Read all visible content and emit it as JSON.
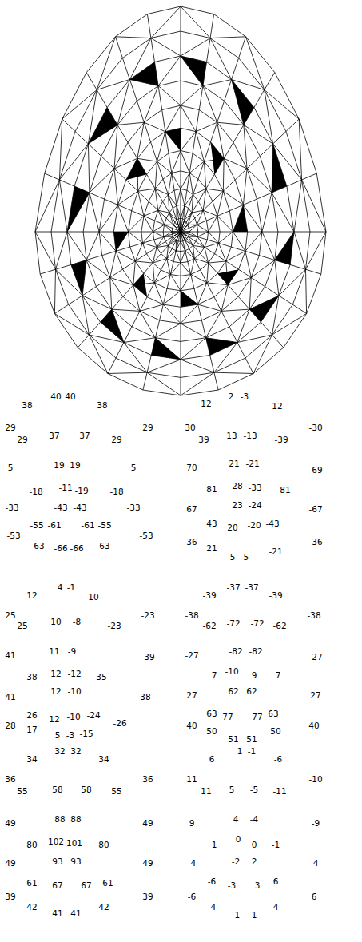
{
  "diagram": {
    "labels": [
      "38",
      "40",
      "40",
      "38",
      "29",
      "29",
      "29",
      "37",
      "37",
      "29",
      "5",
      "19",
      "19",
      "5",
      "-18",
      "-11",
      "-19",
      "-18",
      "-33",
      "-43",
      "-43",
      "-33",
      "-55",
      "-61",
      "-61",
      "-55",
      "-53",
      "-53",
      "-63",
      "-66",
      "-66",
      "-63",
      "12",
      "2",
      "-3",
      "-12",
      "30",
      "-30",
      "39",
      "13",
      "-13",
      "-39",
      "70",
      "21",
      "-21",
      "-69",
      "81",
      "28",
      "-33",
      "-81",
      "67",
      "23",
      "-24",
      "-67",
      "43",
      "20",
      "-20",
      "-43",
      "36",
      "-36",
      "21",
      "5",
      "-5",
      "-21",
      "12",
      "4",
      "-1",
      "-10",
      "25",
      "-23",
      "25",
      "10",
      "-8",
      "-23",
      "41",
      "11",
      "-9",
      "-39",
      "38",
      "12",
      "-12",
      "-35",
      "41",
      "12",
      "-10",
      "-38",
      "26",
      "12",
      "-10",
      "-24",
      "-26",
      "28",
      "17",
      "5",
      "-3",
      "-15",
      "-39",
      "-37",
      "-37",
      "-39",
      "-38",
      "-38",
      "-62",
      "-72",
      "-72",
      "-62",
      "-27",
      "-82",
      "-82",
      "-27",
      "7",
      "-10",
      "9",
      "7",
      "27",
      "62",
      "62",
      "27",
      "63",
      "77",
      "77",
      "63",
      "40",
      "40",
      "50",
      "51",
      "51",
      "50",
      "34",
      "32",
      "32",
      "34",
      "36",
      "36",
      "55",
      "58",
      "58",
      "55",
      "49",
      "88",
      "88",
      "49",
      "80",
      "102",
      "101",
      "80",
      "49",
      "93",
      "93",
      "49",
      "61",
      "67",
      "67",
      "61",
      "39",
      "39",
      "42",
      "41",
      "41",
      "42",
      "6",
      "1",
      "-1",
      "-6",
      "11",
      "-10",
      "11",
      "5",
      "-5",
      "-11",
      "9",
      "4",
      "-4",
      "-9",
      "1",
      "0",
      "0",
      "-1",
      "-4",
      "-2",
      "2",
      "4",
      "-6",
      "-3",
      "3",
      "6",
      "-6",
      "6",
      "-4",
      "-1",
      "1",
      "4"
    ]
  }
}
